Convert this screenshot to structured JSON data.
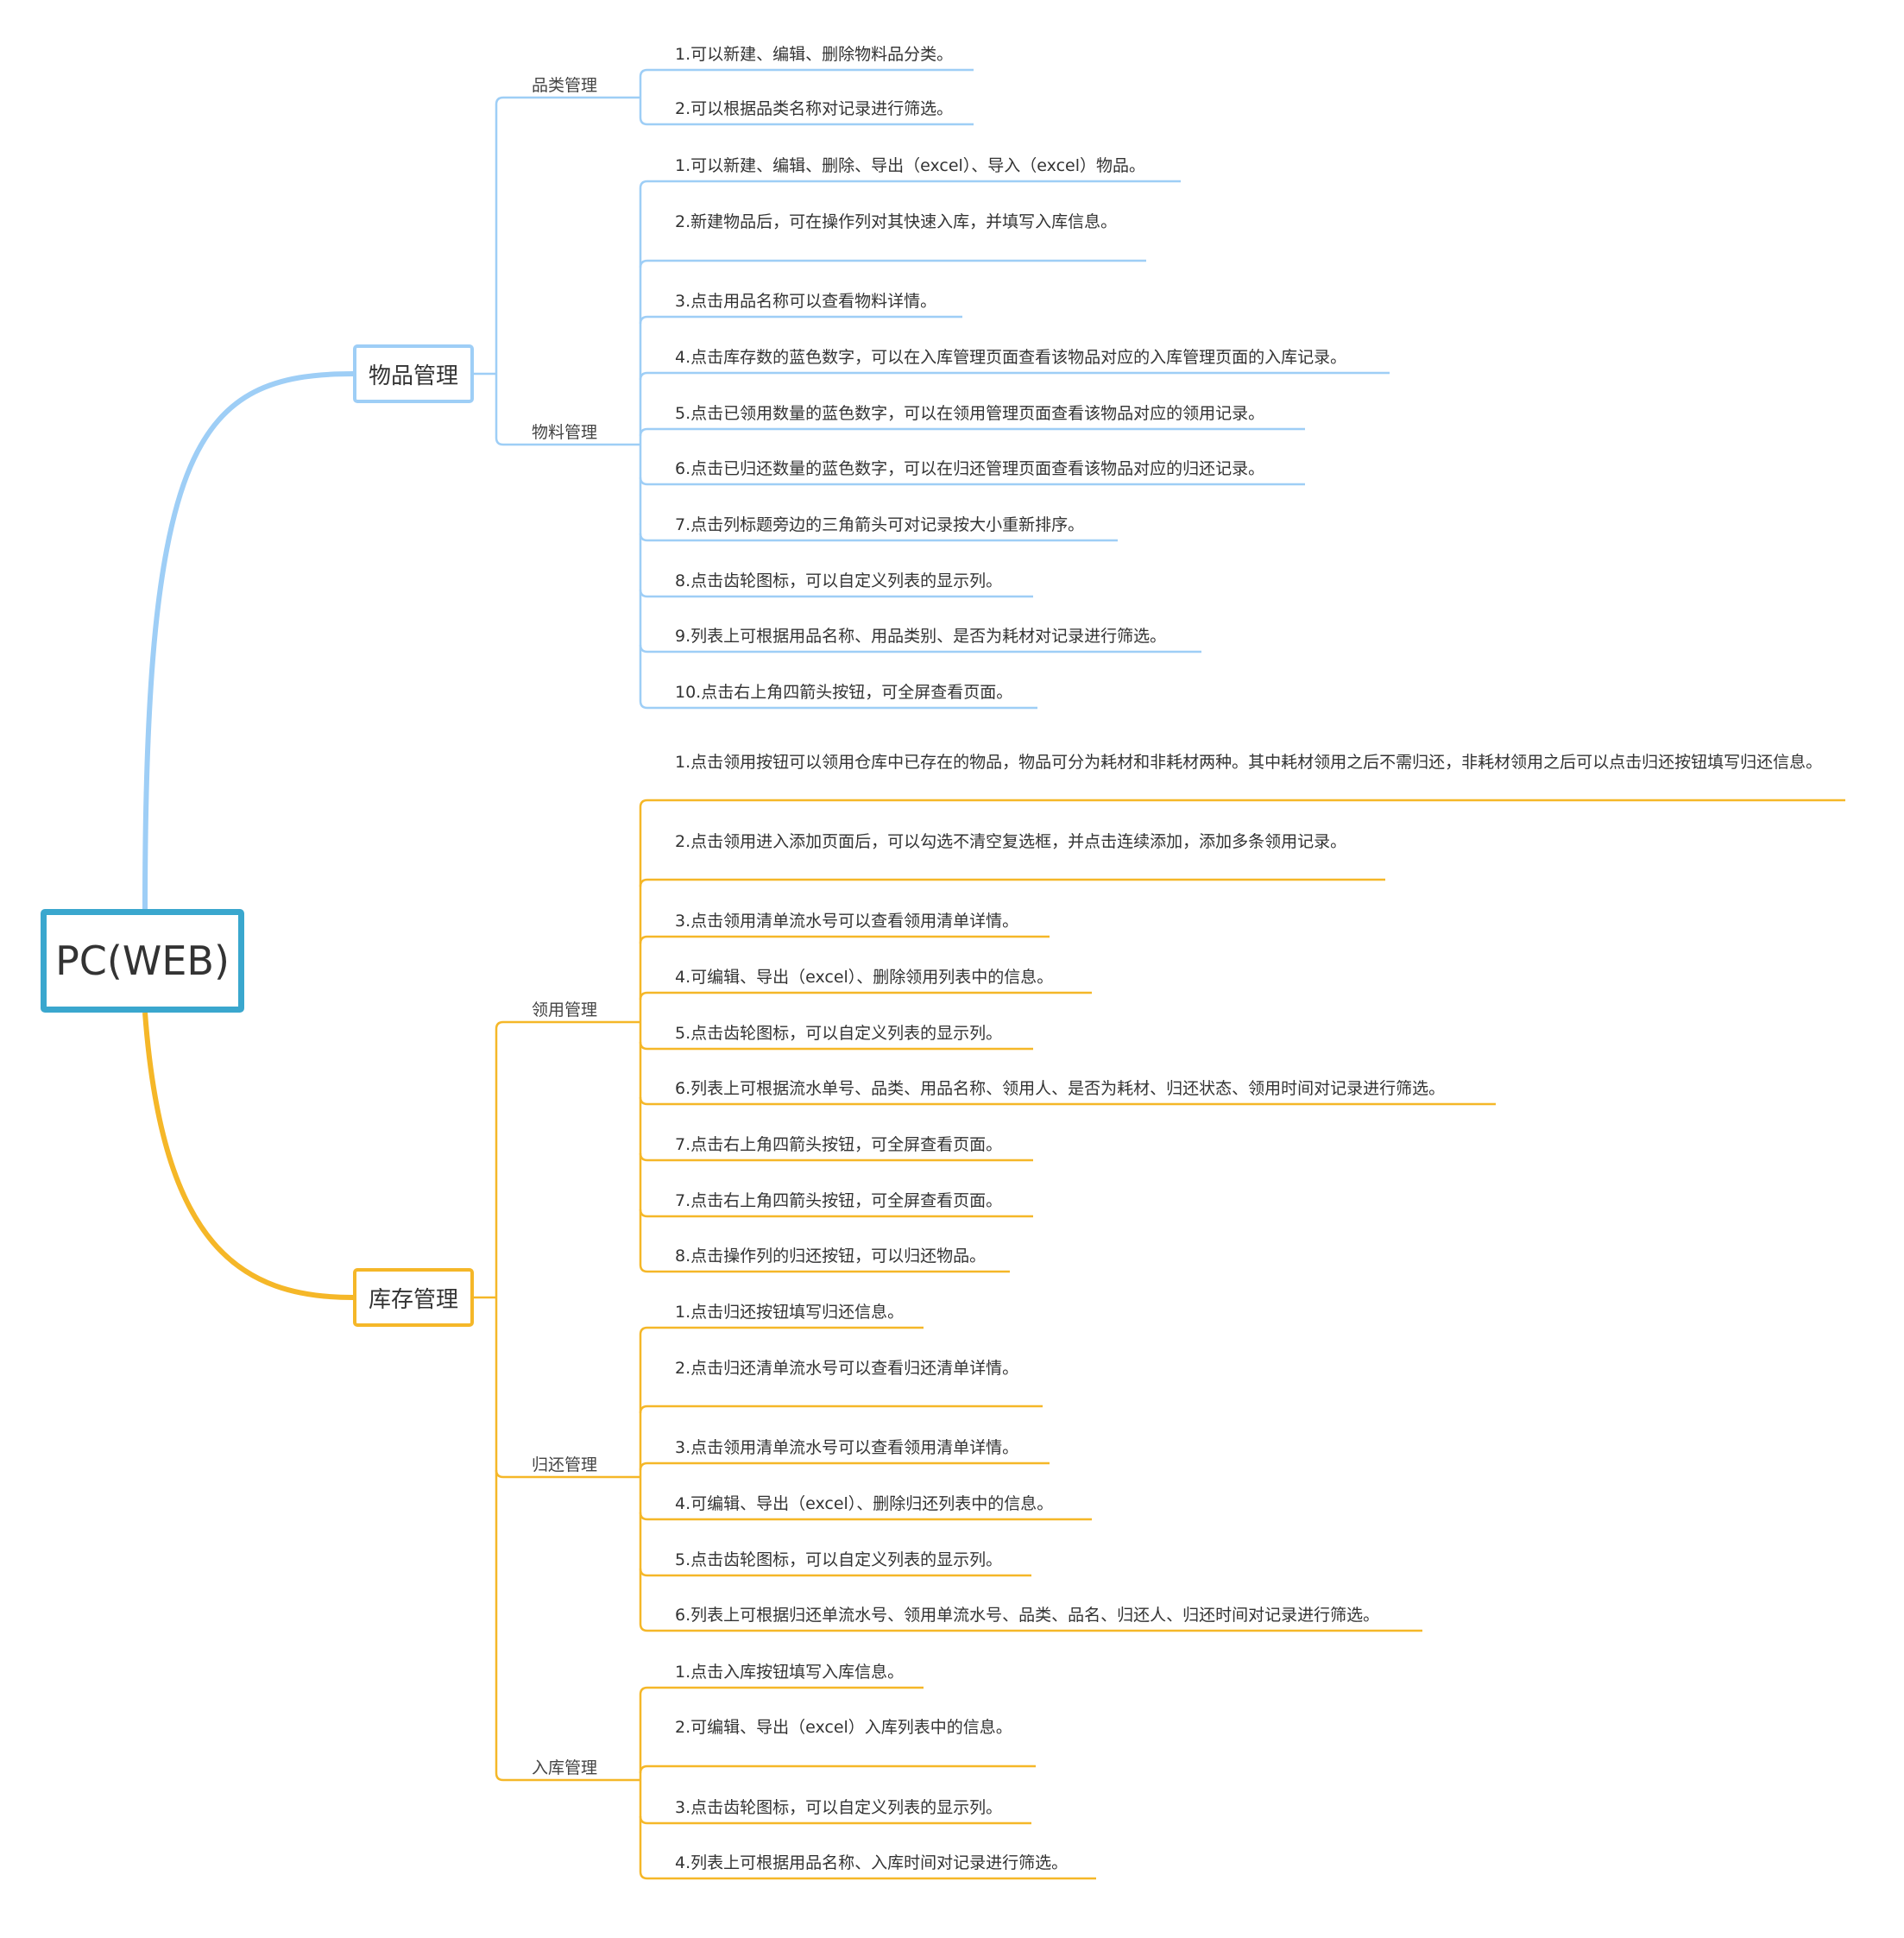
{
  "root": {
    "label": "PC(WEB)"
  },
  "branches": [
    {
      "label": "物品管理",
      "color": "#9ecef6",
      "children": [
        {
          "label": "品类管理",
          "items": [
            "1.可以新建、编辑、删除物料品分类。",
            "2.可以根据品类名称对记录进行筛选。"
          ]
        },
        {
          "label": "物料管理",
          "items": [
            "1.可以新建、编辑、删除、导出（excel）、导入（excel）物品。",
            "2.新建物品后，可在操作列对其快速入库，并填写入库信息。",
            "3.点击用品名称可以查看物料详情。",
            "4.点击库存数的蓝色数字，可以在入库管理页面查看该物品对应的入库管理页面的入库记录。",
            "5.点击已领用数量的蓝色数字，可以在领用管理页面查看该物品对应的领用记录。",
            "6.点击已归还数量的蓝色数字，可以在归还管理页面查看该物品对应的归还记录。",
            "7.点击列标题旁边的三角箭头可对记录按大小重新排序。",
            "8.点击齿轮图标，可以自定义列表的显示列。",
            "9.列表上可根据用品名称、用品类别、是否为耗材对记录进行筛选。",
            "10.点击右上角四箭头按钮，可全屏查看页面。"
          ]
        }
      ]
    },
    {
      "label": "库存管理",
      "color": "#f5b728",
      "children": [
        {
          "label": "领用管理",
          "items": [
            "1.点击领用按钮可以领用仓库中已存在的物品，物品可分为耗材和非耗材两种。其中耗材领用之后不需归还，非耗材领用之后可以点击归还按钮填写归还信息。",
            "2.点击领用进入添加页面后，可以勾选不清空复选框，并点击连续添加，添加多条领用记录。",
            "3.点击领用清单流水号可以查看领用清单详情。",
            "4.可编辑、导出（excel）、删除领用列表中的信息。",
            "5.点击齿轮图标，可以自定义列表的显示列。",
            "6.列表上可根据流水单号、品类、用品名称、领用人、是否为耗材、归还状态、领用时间对记录进行筛选。",
            "7.点击右上角四箭头按钮，可全屏查看页面。",
            "7.点击右上角四箭头按钮，可全屏查看页面。",
            "8.点击操作列的归还按钮，可以归还物品。"
          ]
        },
        {
          "label": "归还管理",
          "items": [
            "1.点击归还按钮填写归还信息。",
            "2.点击归还清单流水号可以查看归还清单详情。",
            "3.点击领用清单流水号可以查看领用清单详情。",
            "4.可编辑、导出（excel）、删除归还列表中的信息。",
            "5.点击齿轮图标，可以自定义列表的显示列。",
            "6.列表上可根据归还单流水号、领用单流水号、品类、品名、归还人、归还时间对记录进行筛选。"
          ]
        },
        {
          "label": "入库管理",
          "items": [
            "1.点击入库按钮填写入库信息。",
            "2.可编辑、导出（excel）入库列表中的信息。",
            "3.点击齿轮图标，可以自定义列表的显示列。",
            "4.列表上可根据用品名称、入库时间对记录进行筛选。"
          ]
        }
      ]
    }
  ]
}
